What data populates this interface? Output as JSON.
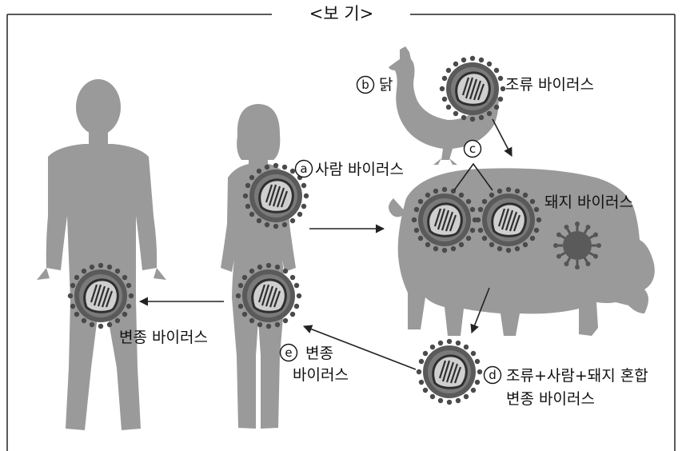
{
  "title": "<보 기>",
  "labels": {
    "chicken": "닭",
    "bird_virus": "조류 바이러스",
    "human_virus": "사람 바이러스",
    "pig_virus": "돼지 바이러스",
    "mixed_line1": "조류+사람+돼지 혼합",
    "mixed_line2": "변종 바이러스",
    "e_line1": "변종",
    "e_line2": "바이러스",
    "variant_virus": "변종 바이러스"
  },
  "markers": {
    "a": "a",
    "b": "b",
    "c": "c",
    "d": "d",
    "e": "e"
  },
  "colors": {
    "silhouette": "#9a9a9a",
    "virus_shell": "#5a5a5a",
    "virus_dark": "#3a3a3a",
    "line": "#333333"
  }
}
